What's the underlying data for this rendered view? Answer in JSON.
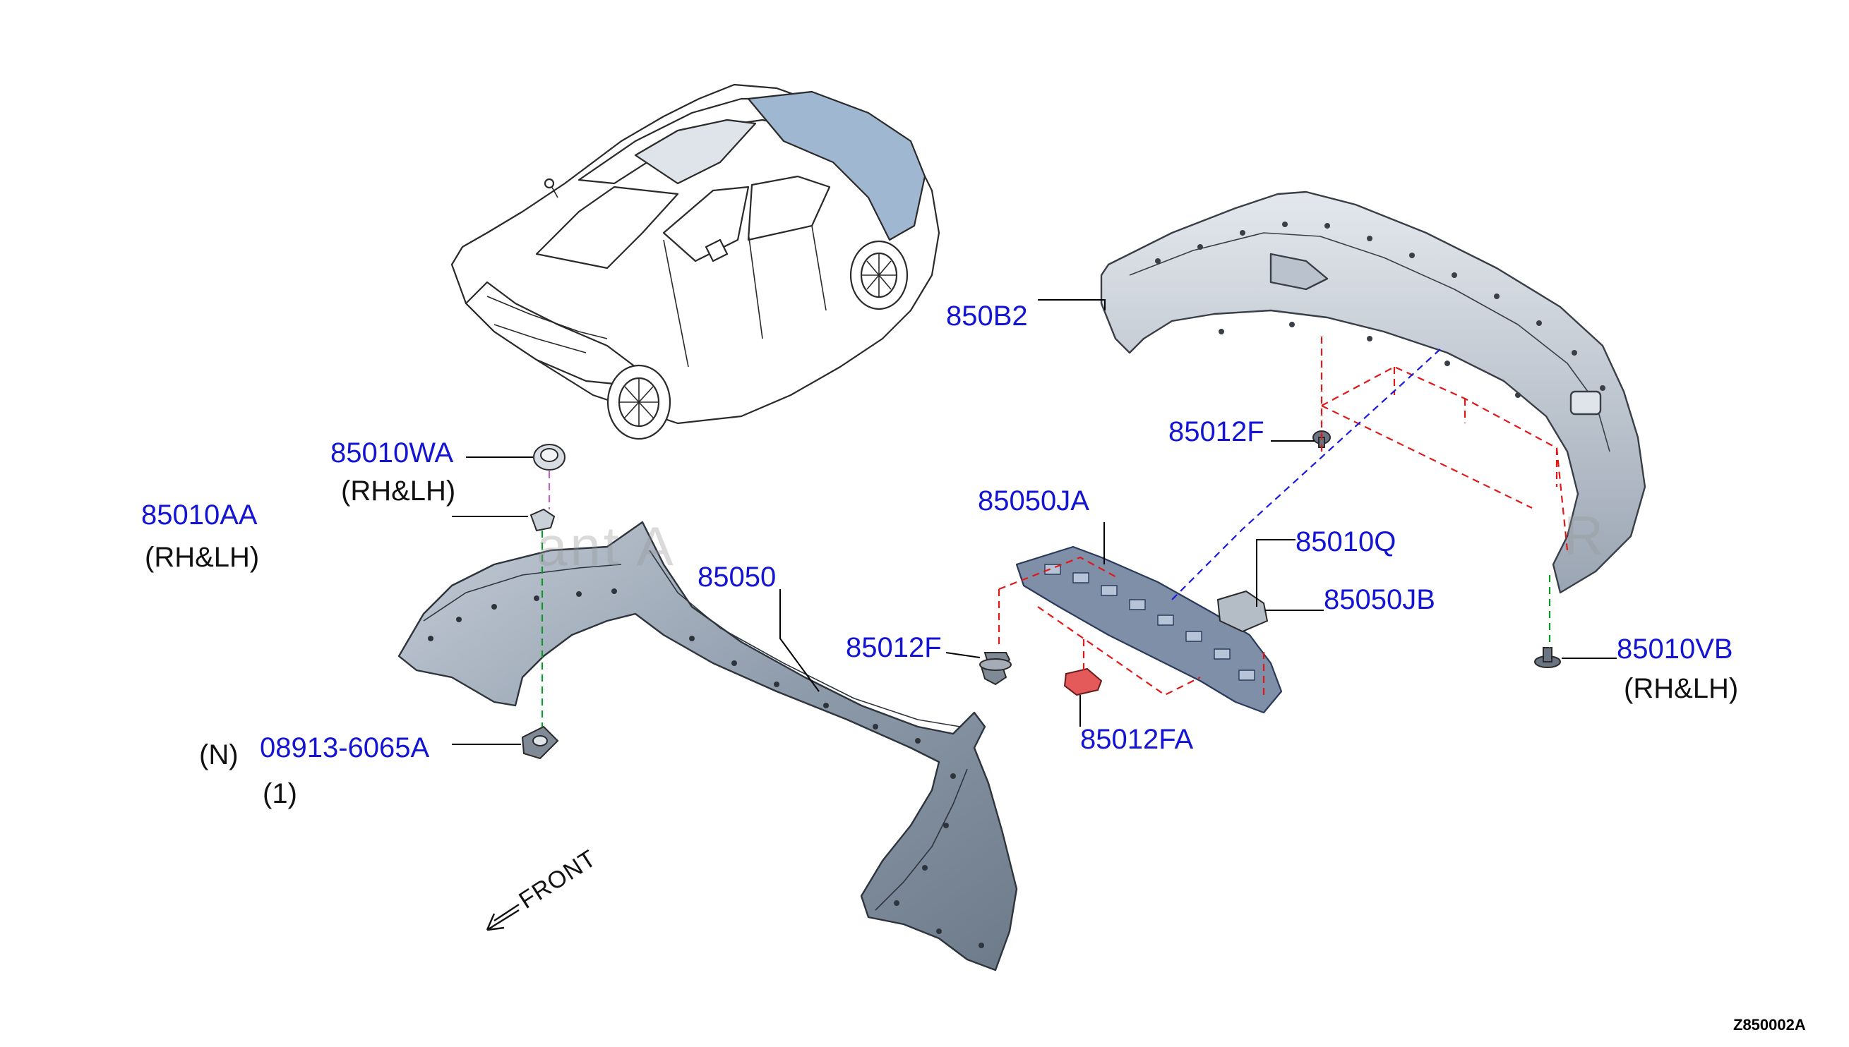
{
  "diagram_code": "Z850002A",
  "front_label": "FRONT",
  "watermark": "ant A",
  "watermark_right": "R",
  "callouts": {
    "p850b2": "850B2",
    "p85012f_top": "85012F",
    "p85010wa": "85010WA",
    "p85010wa_note": "(RH&LH)",
    "p85010aa": "85010AA",
    "p85010aa_note": "(RH&LH)",
    "p85050ja": "85050JA",
    "p85010q": "85010Q",
    "p85050": "85050",
    "p85050jb": "85050JB",
    "p85012f_mid": "85012F",
    "p85010vb": "85010VB",
    "p85010vb_note": "(RH&LH)",
    "p08913": "08913-6065A",
    "p08913_note_n": "(N)",
    "p08913_note_qty": "(1)",
    "p85012fa": "85012FA"
  },
  "colors": {
    "part_fill": "#a7b3c2",
    "part_fill_light": "#c8d0d9",
    "part_edge": "#3a3f47",
    "leader": "#000000",
    "dash_red": "#e01818",
    "dash_blue": "#1a1ae0",
    "dash_green": "#0a9a2a",
    "dash_pink": "#c060c0",
    "callout_text": "#1414d4"
  }
}
